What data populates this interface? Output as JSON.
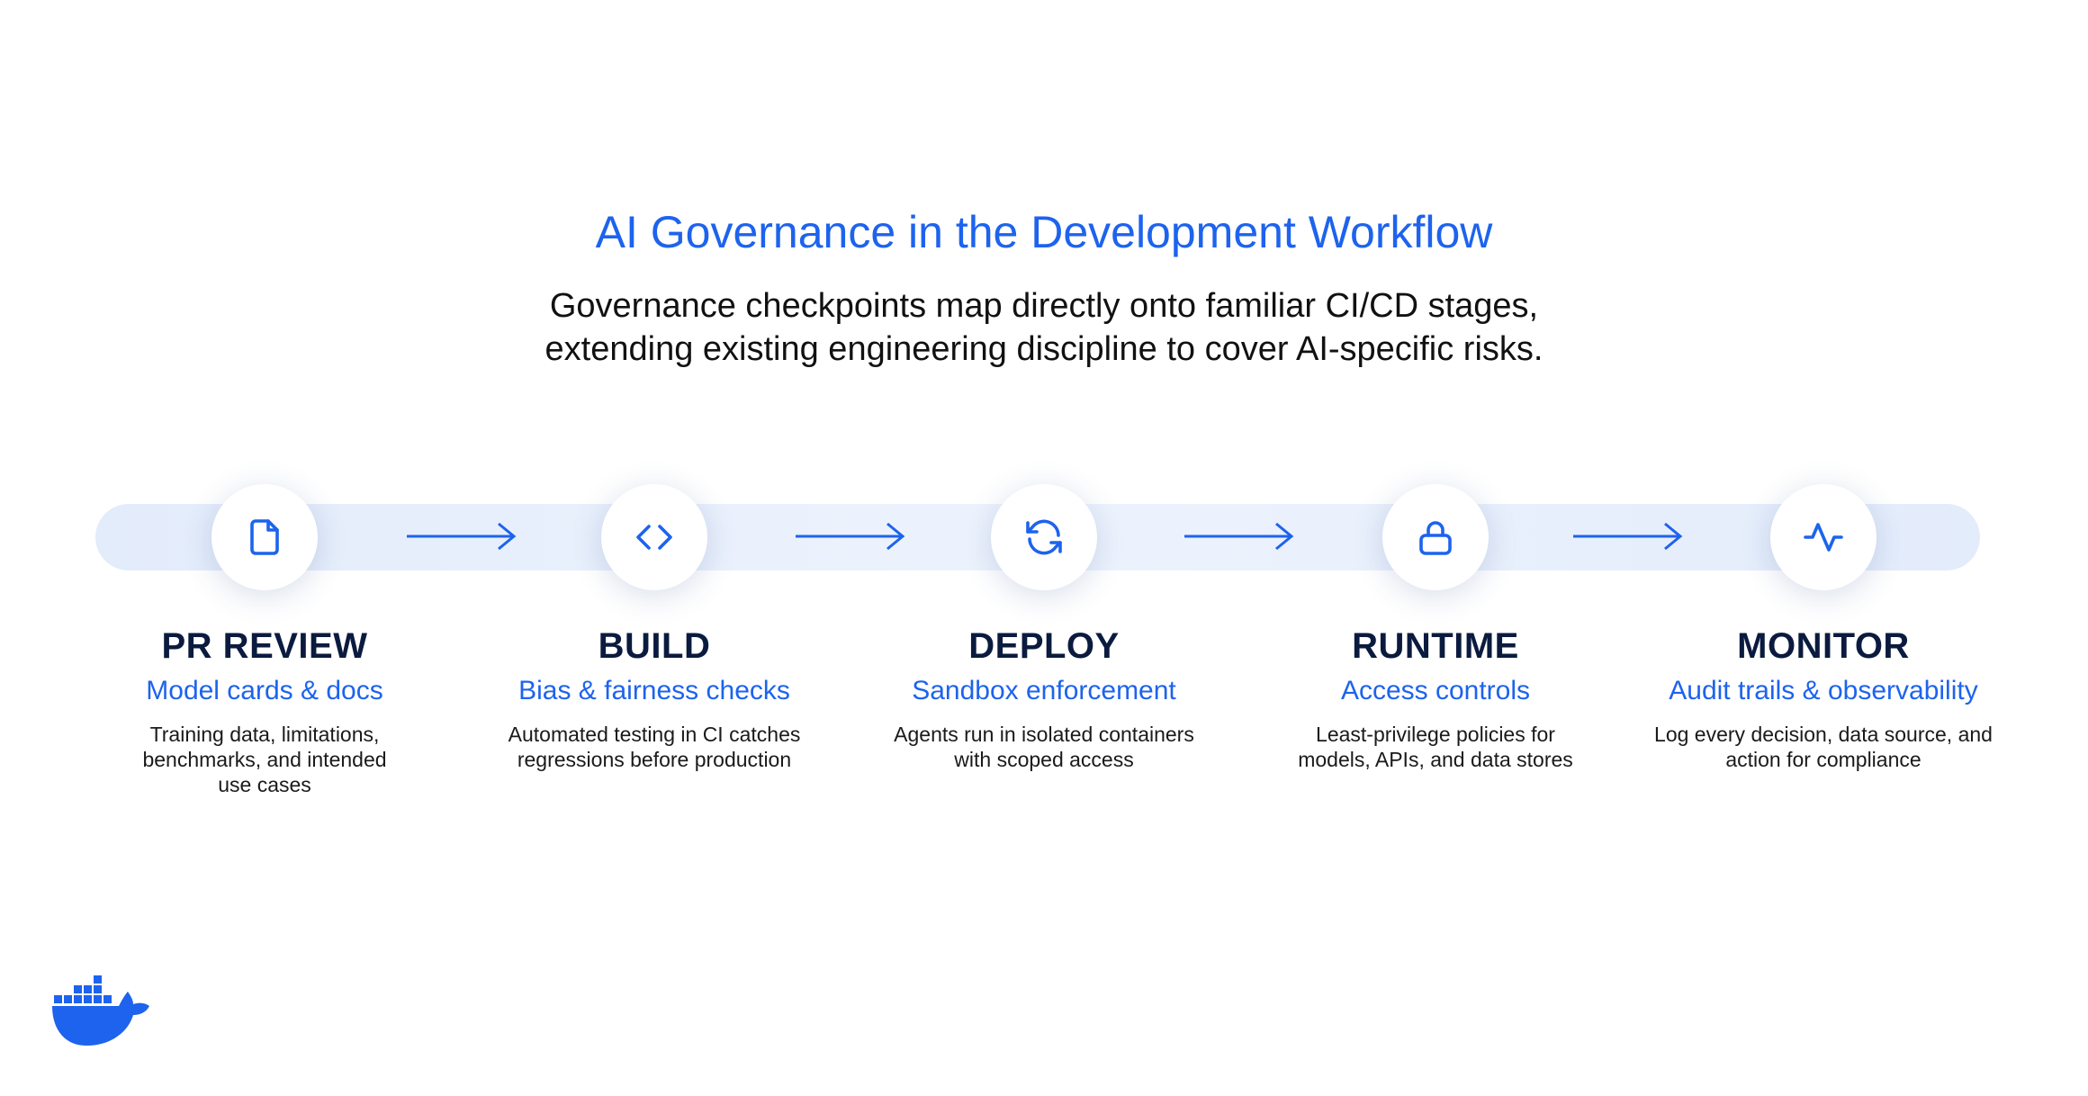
{
  "header": {
    "title": "AI Governance in the Development Workflow",
    "subtitle_line1": "Governance checkpoints map directly onto familiar CI/CD stages,",
    "subtitle_line2": "extending existing engineering discipline to cover AI-specific risks."
  },
  "colors": {
    "accent": "#1d63ed",
    "heading": "#0b1b3f",
    "track": "#e8f0fc"
  },
  "stages": [
    {
      "name": "PR REVIEW",
      "tagline": "Model cards & docs",
      "description": "Training data, limitations, benchmarks, and intended use cases",
      "icon": "document-icon"
    },
    {
      "name": "BUILD",
      "tagline": "Bias & fairness checks",
      "description": "Automated testing in CI catches regressions before production",
      "icon": "code-icon"
    },
    {
      "name": "DEPLOY",
      "tagline": "Sandbox enforcement",
      "description": "Agents run in isolated containers with scoped access",
      "icon": "refresh-icon"
    },
    {
      "name": "RUNTIME",
      "tagline": "Access controls",
      "description": "Least-privilege policies for models, APIs, and data stores",
      "icon": "lock-icon"
    },
    {
      "name": "MONITOR",
      "tagline": "Audit trails & observability",
      "description": "Log every decision, data source, and action for compliance",
      "icon": "activity-icon"
    }
  ],
  "brand": {
    "logo": "docker-whale-logo"
  }
}
